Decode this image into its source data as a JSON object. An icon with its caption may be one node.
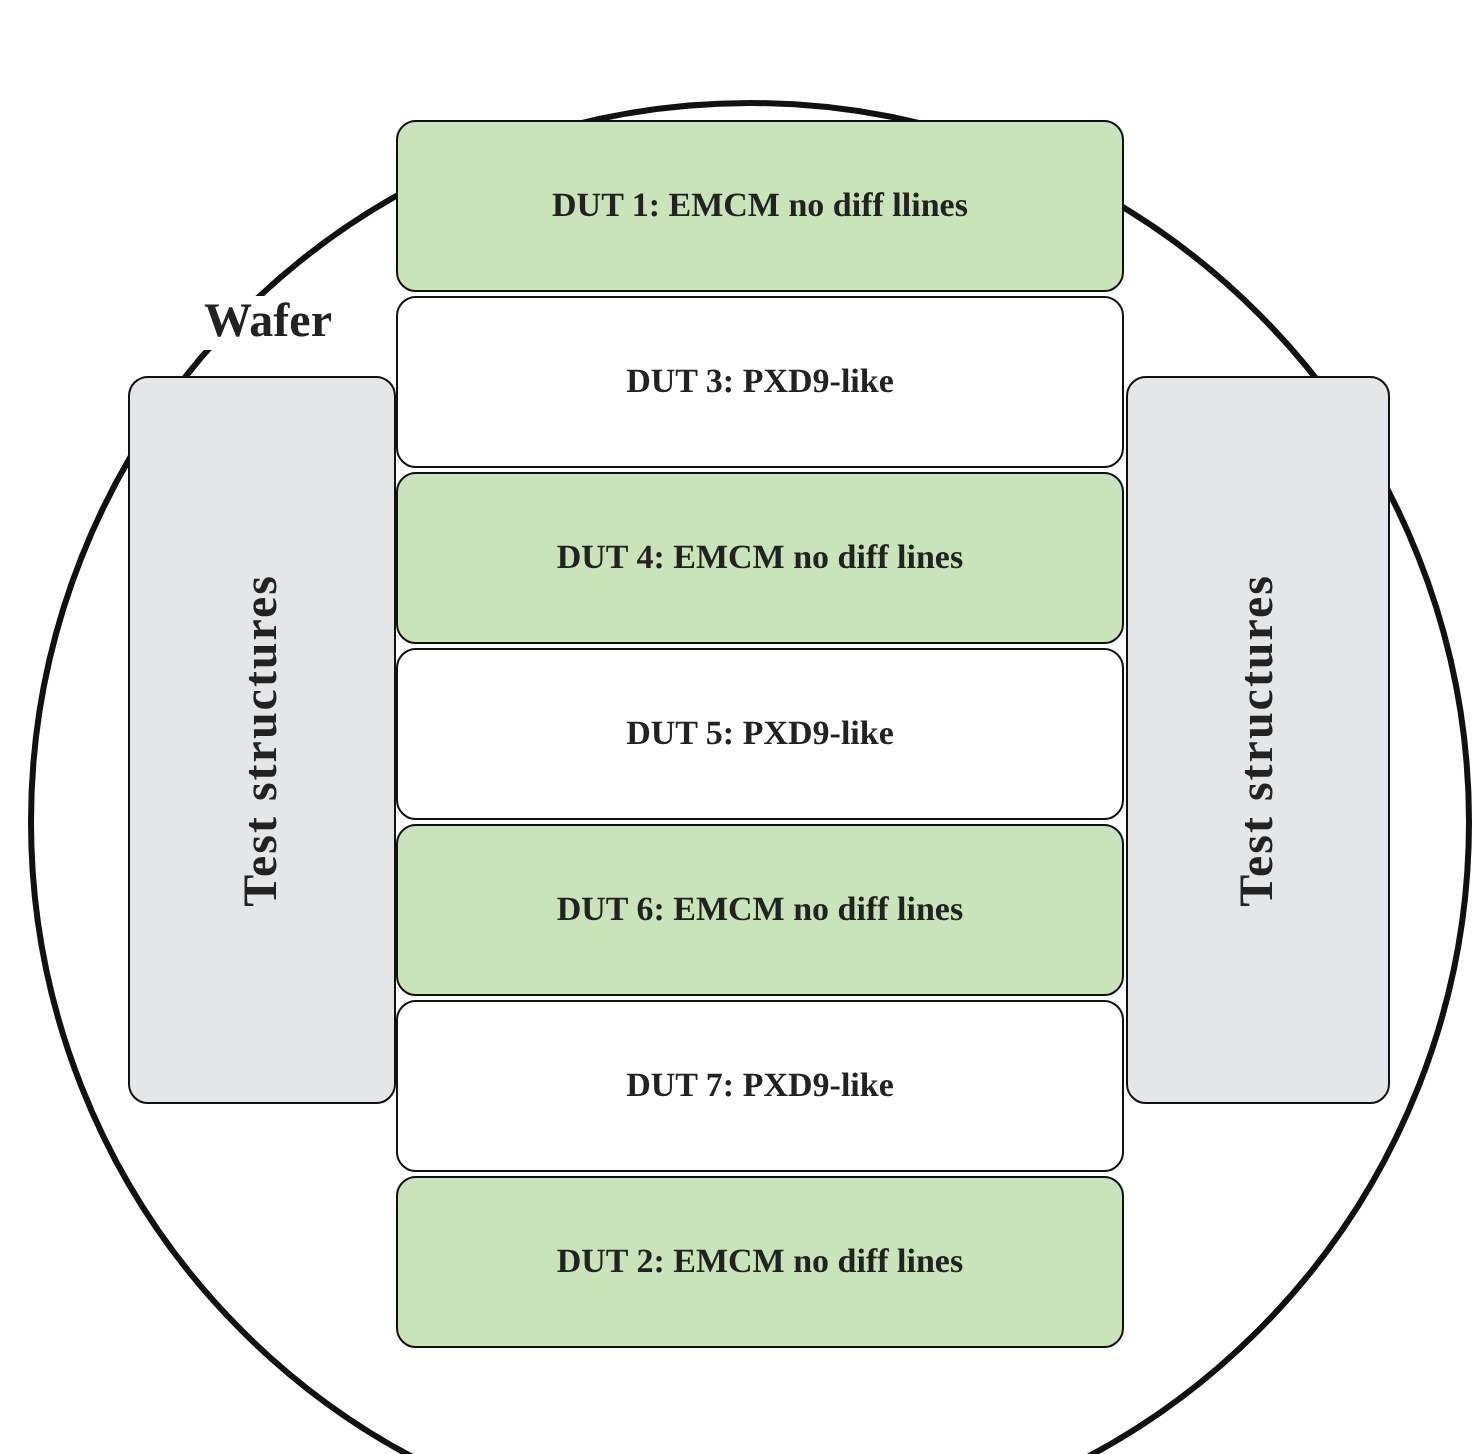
{
  "diagram": {
    "nodes": [
      {
        "text": [
          "Wafer"
        ]
      },
      {
        "text": [
          "DUT 1: EMCM no diff llines"
        ],
        "in": 0
      },
      {
        "text": [
          "DUT 3: PXD9-like"
        ],
        "in": 0
      },
      {
        "text": [
          "DUT 4: EMCM no diff lines"
        ],
        "in": 0
      },
      {
        "text": [
          "DUT 5: PXD9-like"
        ],
        "in": 0
      },
      {
        "text": [
          "DUT 6: EMCM no diff lines"
        ],
        "in": 0
      },
      {
        "text": [
          "DUT 7: PXD9-like"
        ],
        "in": 0
      },
      {
        "text": [
          "DUT 2: EMCM no diff lines"
        ],
        "in": 0
      },
      {
        "text": [
          "Test structures"
        ],
        "in": 0
      },
      {
        "text": [
          "Test structures"
        ],
        "in": 0
      }
    ],
    "edges": []
  }
}
